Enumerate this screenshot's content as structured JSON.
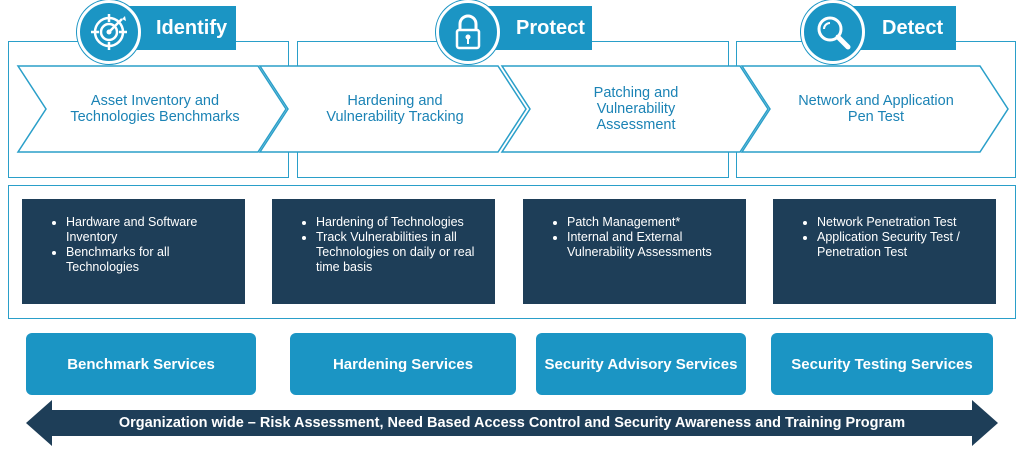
{
  "phases": [
    {
      "label": "Identify",
      "icon": "target-icon"
    },
    {
      "label": "Protect",
      "icon": "padlock-icon"
    },
    {
      "label": "Detect",
      "icon": "magnifier-icon"
    }
  ],
  "steps": [
    {
      "label": "Asset Inventory and Technologies Benchmarks"
    },
    {
      "label": "Hardening and Vulnerability Tracking"
    },
    {
      "label": "Patching and Vulnerability Assessment"
    },
    {
      "label": "Network and Application Pen Test"
    }
  ],
  "activities": [
    {
      "items": [
        "Hardware and Software Inventory",
        "Benchmarks for all Technologies"
      ]
    },
    {
      "items": [
        "Hardening of Technologies",
        "Track Vulnerabilities in all Technologies on daily or real time basis"
      ]
    },
    {
      "items": [
        "Patch Management*",
        "Internal and External Vulnerability Assessments"
      ]
    },
    {
      "items": [
        "Network Penetration Test",
        "Application Security Test / Penetration Test"
      ]
    }
  ],
  "services": [
    {
      "label": "Benchmark Services"
    },
    {
      "label": "Hardening Services"
    },
    {
      "label": "Security Advisory Services"
    },
    {
      "label": "Security Testing Services"
    }
  ],
  "banner": {
    "label": "Organization wide – Risk Assessment, Need Based Access Control and Security Awareness and Training Program"
  },
  "colors": {
    "accent": "#1b95c4",
    "dark": "#1e3e58",
    "chevron_text": "#1b83b5"
  }
}
